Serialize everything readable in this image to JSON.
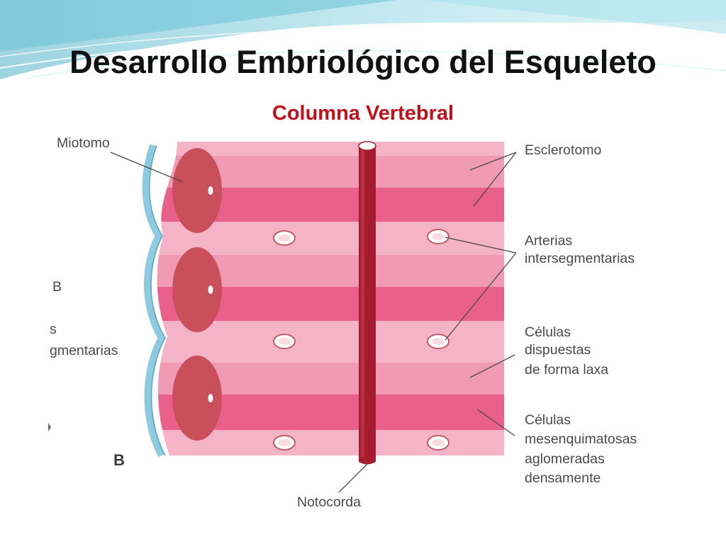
{
  "slide": {
    "title": "Desarrollo Embriológico del Esqueleto",
    "subtitle": "Columna Vertebral",
    "colors": {
      "title": "#111111",
      "subtitle": "#c0101c",
      "header_wave": "#6cc3d5"
    }
  },
  "figure": {
    "labels": {
      "miotomo": "Miotomo",
      "esclerotomo": "Esclerotomo",
      "arterias_1": "Arterias",
      "arterias_2": "intersegmentarias",
      "celulas_laxa_1": "Células",
      "celulas_laxa_2": "dispuestas",
      "celulas_laxa_3": "de forma laxa",
      "celulas_densas_1": "Células",
      "celulas_densas_2": "mesenquimatosas",
      "celulas_densas_3": "aglomeradas",
      "celulas_densas_4": "densamente",
      "notocorda": "Notocorda",
      "panel_letter": "B"
    },
    "cropped_left": {
      "b": "B",
      "s": "s",
      "gmentarias": "gmentarias"
    },
    "colors": {
      "light_band": "#f5b3c8",
      "dense_band": "#e9608c",
      "mid_band": "#f09ab6",
      "myotome": "#c9505a",
      "notochord": "#a51c2e",
      "ectoderm": "#8fcbe0"
    }
  }
}
